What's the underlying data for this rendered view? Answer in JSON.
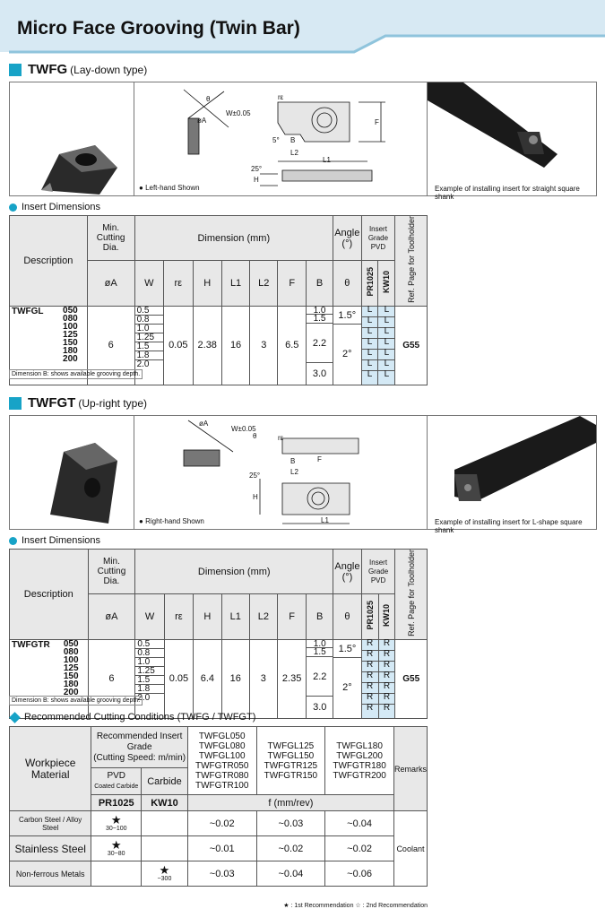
{
  "page_title": "Micro Face Grooving (Twin Bar)",
  "colors": {
    "accent": "#17a3c7",
    "header_band": "#d7e9f3",
    "header_stripe": "#8fc4dc",
    "table_header": "#e8e8e8",
    "grade_cell": "#d4e9f5"
  },
  "twfg": {
    "code": "TWFG",
    "type": "(Lay-down type)",
    "caption": "Left-hand Shown",
    "shank_caption": "Example of installing insert for straight square shank",
    "dims_title": "Insert Dimensions",
    "codes_prefix": "TWFGL",
    "sizes": [
      "050",
      "080",
      "100",
      "125",
      "150",
      "180",
      "200"
    ],
    "W": [
      "0.5",
      "0.8",
      "1.0",
      "1.25",
      "1.5",
      "1.8",
      "2.0"
    ],
    "B": [
      "1.0",
      "1.5",
      "2.2",
      "3.0"
    ],
    "angles": [
      "1.5°",
      "2°"
    ],
    "A": "6",
    "re": "0.05",
    "H": "2.38",
    "L1": "16",
    "L2": "3",
    "F": "6.5",
    "grade_mark": "L",
    "ref": "G55"
  },
  "twfgt": {
    "code": "TWFGT",
    "type": "(Up-right type)",
    "caption": "Right-hand Shown",
    "shank_caption": "Example of installing insert for L-shape square shank",
    "dims_title": "Insert Dimensions",
    "codes_prefix": "TWFGTR",
    "sizes": [
      "050",
      "080",
      "100",
      "125",
      "150",
      "180",
      "200"
    ],
    "W": [
      "0.5",
      "0.8",
      "1.0",
      "1.25",
      "1.5",
      "1.8",
      "2.0"
    ],
    "B": [
      "1.0",
      "1.5",
      "2.2",
      "3.0"
    ],
    "angles": [
      "1.5°",
      "2°"
    ],
    "A": "6",
    "re": "0.05",
    "H": "6.4",
    "L1": "16",
    "L2": "3",
    "F": "2.35",
    "grade_mark": "R",
    "ref": "G55"
  },
  "table_head": {
    "description": "Description",
    "min_cut": "Min. Cutting Dia.",
    "dimension": "Dimension (mm)",
    "angle": "Angle (°)",
    "insert_grade": "Insert Grade",
    "pvd": "PVD",
    "coated": "Coated Carbide",
    "carbide": "Carbide",
    "ref": "Ref. Page for Toolholder",
    "cols": [
      "øA",
      "W",
      "rε",
      "H",
      "L1",
      "L2",
      "F",
      "B",
      "θ"
    ],
    "pr1025": "PR1025",
    "kw10": "KW10"
  },
  "note": "Dimension B: shows available grooving depth.",
  "diagram_labels": {
    "W": "W±0.05",
    "F": "F",
    "L1": "L1",
    "L2": "L2",
    "B": "B",
    "H": "H",
    "A": "øA",
    "theta": "θ",
    "re": "rε",
    "deg5": "5°",
    "deg25": "25°"
  },
  "conditions": {
    "title": "Recommended Cutting Conditions (TWFG / TWFGT)",
    "workpiece": "Workpiece Material",
    "rec_grade": "Recommended Insert Grade",
    "speed": "(Cutting Speed: m/min)",
    "pvd": "PVD",
    "coated": "Coated Carbide",
    "carbide": "Carbide",
    "pr1025": "PR1025",
    "kw10": "KW10",
    "groups": [
      [
        "TWFGL050",
        "TWFGL080",
        "TWFGL100",
        "TWFGTR050",
        "TWFGTR080",
        "TWFGTR100"
      ],
      [
        "TWFGL125",
        "TWFGL150",
        "TWFGTR125",
        "TWFGTR150"
      ],
      [
        "TWFGL180",
        "TWFGL200",
        "TWFGTR180",
        "TWFGTR200"
      ]
    ],
    "feed": "f (mm/rev)",
    "remarks": "Remarks",
    "coolant": "Coolant",
    "rows": [
      {
        "material": "Carbon Steel / Alloy Steel",
        "pvd": "★",
        "pvd_speed": "30~100",
        "carbide": "",
        "carbide_speed": "",
        "f": [
          "~0.02",
          "~0.03",
          "~0.04"
        ]
      },
      {
        "material": "Stainless Steel",
        "pvd": "★",
        "pvd_speed": "30~80",
        "carbide": "",
        "carbide_speed": "",
        "f": [
          "~0.01",
          "~0.02",
          "~0.02"
        ]
      },
      {
        "material": "Non-ferrous Metals",
        "pvd": "",
        "pvd_speed": "",
        "carbide": "★",
        "carbide_speed": "~300",
        "f": [
          "~0.03",
          "~0.04",
          "~0.06"
        ]
      }
    ],
    "legend": "★ : 1st Recommendation   ☆ : 2nd Recommendation"
  }
}
